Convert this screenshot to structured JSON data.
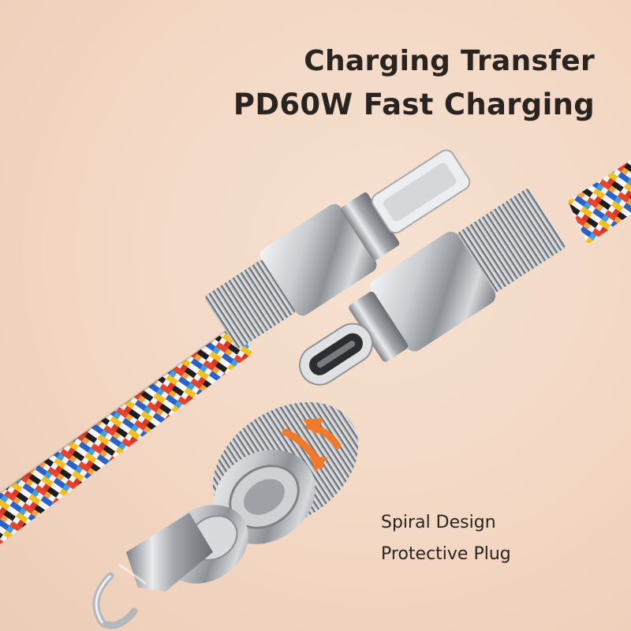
{
  "headline": {
    "line1": "Charging Transfer",
    "line2": "PD60W Fast Charging"
  },
  "caption": {
    "line1": "Spiral Design",
    "line2": "Protective Plug"
  },
  "colors": {
    "background": "#f3d9c6",
    "text": "#2a2421",
    "metal": "#b9bcc0",
    "arrow": "#f07a2a"
  }
}
